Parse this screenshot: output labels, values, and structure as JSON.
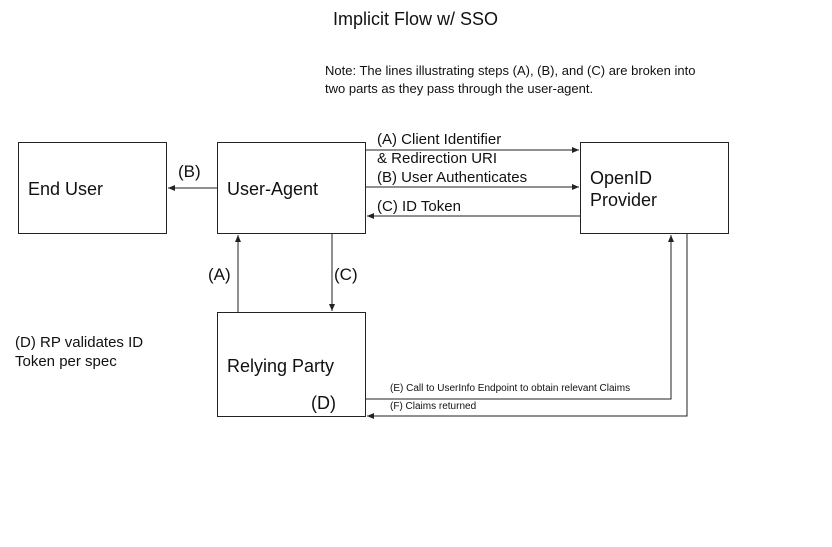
{
  "title": "Implicit Flow w/ SSO",
  "note": {
    "line1": "Note: The lines illustrating steps (A), (B), and (C) are broken into",
    "line2": "two parts as they pass through the user-agent."
  },
  "nodes": {
    "end_user": "End User",
    "user_agent": "User-Agent",
    "openid_provider_line1": "OpenID",
    "openid_provider_line2": "Provider",
    "relying_party": "Relying Party"
  },
  "edges": {
    "a_top_line1": "(A) Client Identifier",
    "a_top_line2": "& Redirection URI",
    "b_top": "(B) User Authenticates",
    "c_top": "(C) ID Token",
    "b_left": "(B)",
    "a_vertical": "(A)",
    "c_vertical": "(C)",
    "d_in_rp": "(D)",
    "e_call": "(E) Call to UserInfo Endpoint to obtain relevant Claims",
    "f_returned": "(F) Claims returned"
  },
  "side_note": {
    "line1": "(D) RP validates ID",
    "line2": "Token per spec"
  }
}
